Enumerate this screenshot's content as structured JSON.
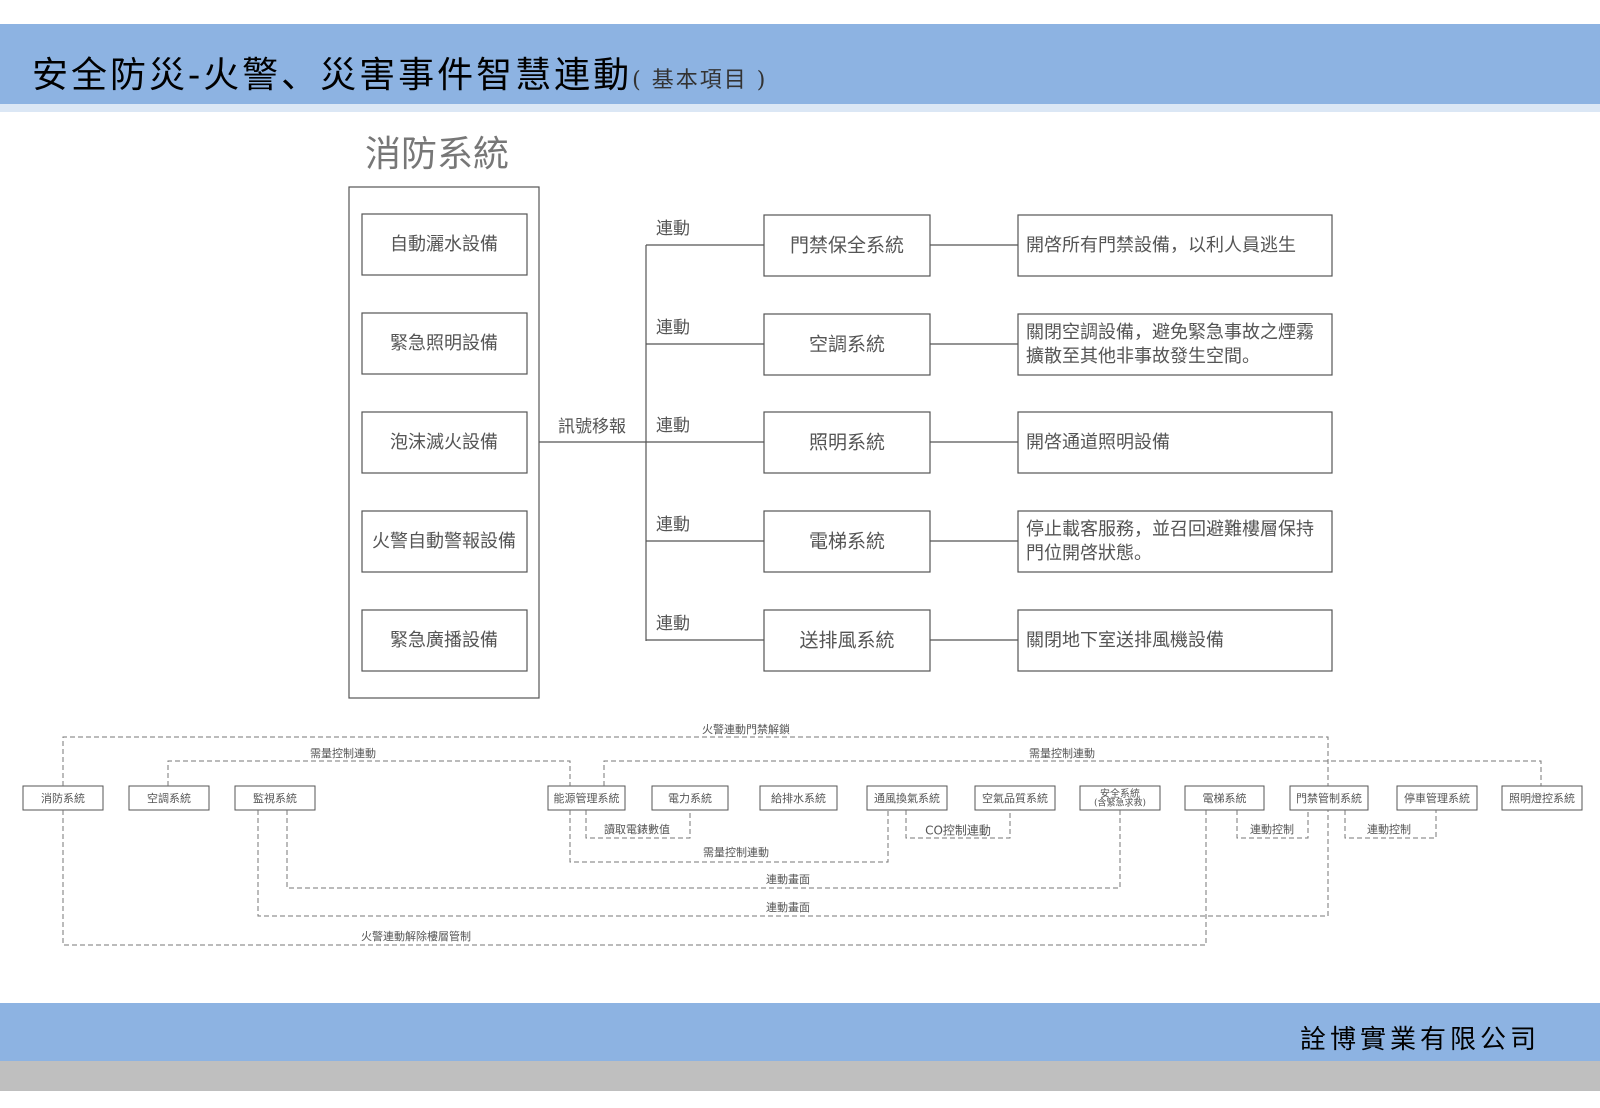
{
  "header": {
    "title": "安全防災-火警、災害事件智慧連動",
    "subtitle": "( 基本項目 )"
  },
  "footer": {
    "company": "詮博實業有限公司"
  },
  "top_diagram": {
    "group_title": "消防系統",
    "fire_devices": [
      "自動灑水設備",
      "緊急照明設備",
      "泡沫滅火設備",
      "火警自動警報設備",
      "緊急廣播設備"
    ],
    "signal_label": "訊號移報",
    "link_label": "連動",
    "systems": [
      {
        "name": "門禁保全系統",
        "action": [
          "開啓所有門禁設備，以利人員逃生"
        ]
      },
      {
        "name": "空調系統",
        "action": [
          "關閉空調設備，避免緊急事故之煙霧",
          "擴散至其他非事故發生空間。"
        ]
      },
      {
        "name": "照明系統",
        "action": [
          "開啓通道照明設備"
        ]
      },
      {
        "name": "電梯系統",
        "action": [
          "停止載客服務，並召回避難樓層保持",
          "門位開啓狀態。"
        ]
      },
      {
        "name": "送排風系統",
        "action": [
          "關閉地下室送排風機設備"
        ]
      }
    ]
  },
  "bottom_diagram": {
    "nodes": [
      "消防系統",
      "空調系統",
      "監視系統",
      "能源管理系統",
      "電力系統",
      "給排水系統",
      "通風換氣系統",
      "空氣品質系統",
      [
        "安全系統",
        "(含緊急求救)"
      ],
      "電梯系統",
      "門禁管制系統",
      "停車管理系統",
      "照明燈控系統"
    ],
    "links": {
      "fire_door_unlock": "火警連動門禁解鎖",
      "demand_left": "需量控制連動",
      "demand_right": "需量控制連動",
      "read_meter": "讀取電錶數值",
      "co_control": "CO控制連動",
      "link_control_1": "連動控制",
      "link_control_2": "連動控制",
      "demand_mid": "需量控制連動",
      "link_screen_1": "連動畫面",
      "link_screen_2": "連動畫面",
      "fire_floor_release": "火警連動解除樓層管制"
    }
  }
}
